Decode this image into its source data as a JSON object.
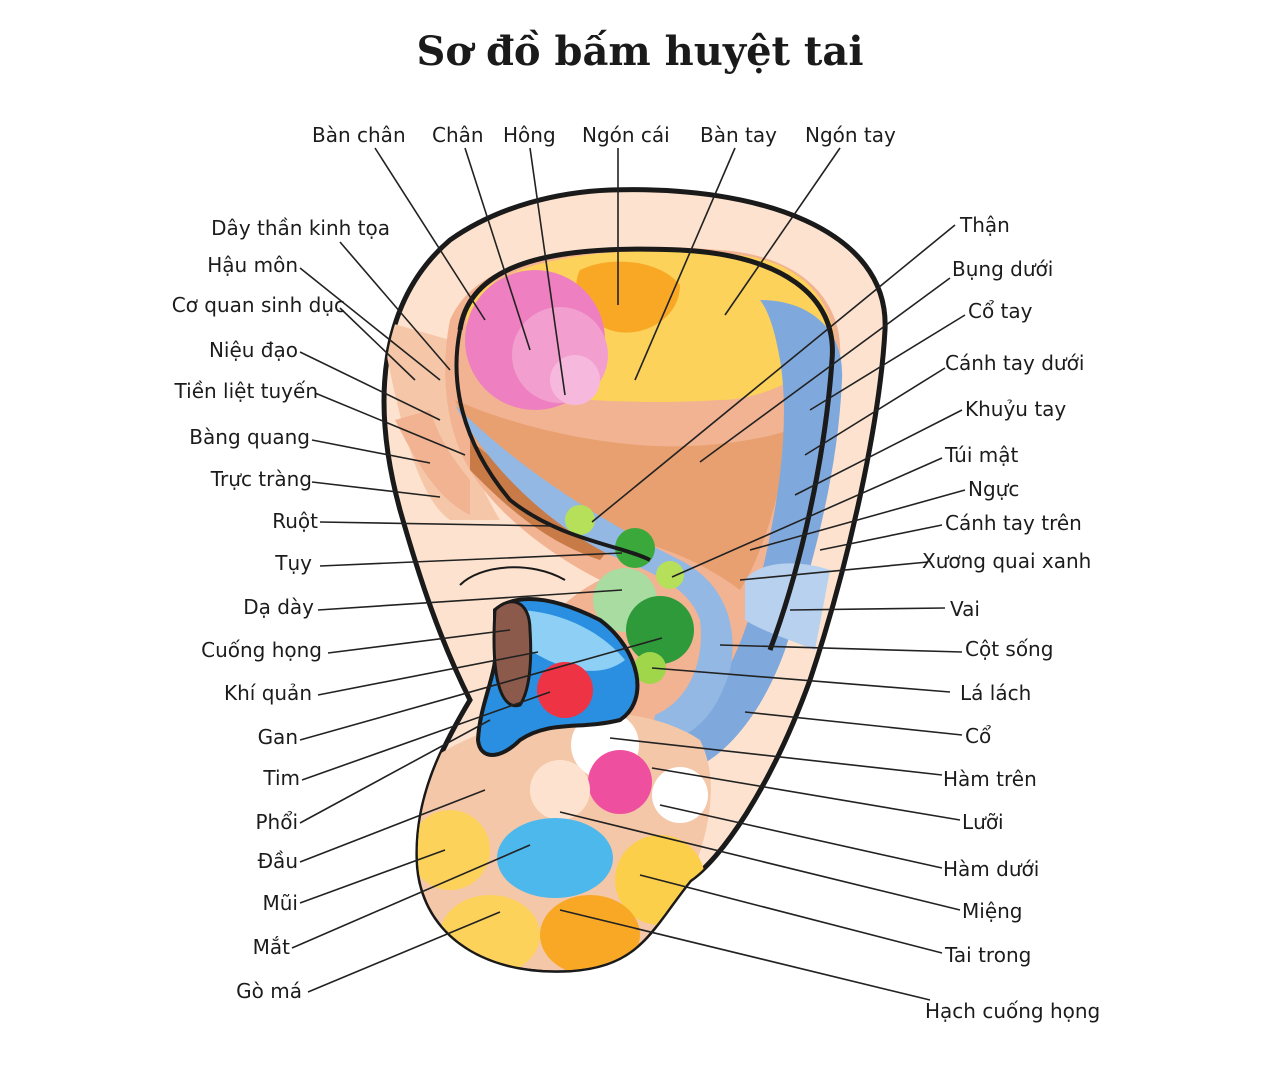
{
  "title": "Sơ đồ bấm huyệt tai",
  "labels": {
    "ban_chan": "Bàn chân",
    "chan": "Chân",
    "hong": "Hông",
    "ngon_cai": "Ngón cái",
    "ban_tay": "Bàn tay",
    "ngon_tay": "Ngón tay",
    "day_than_kinh_toa": "Dây thần kinh tọa",
    "hau_mon": "Hậu môn",
    "co_quan_sinh_duc": "Cơ quan sinh dục",
    "nieu_dao": "Niệu đạo",
    "tien_liet_tuyen": "Tiền liệt tuyến",
    "bang_quang": "Bàng quang",
    "truc_trang": "Trực tràng",
    "ruot": "Ruột",
    "tuy": "Tụy",
    "da_day": "Dạ dày",
    "cuong_hong": "Cuống họng",
    "khi_quan": "Khí quản",
    "gan": "Gan",
    "tim": "Tim",
    "phoi": "Phổi",
    "dau": "Đầu",
    "mui": "Mũi",
    "mat": "Mắt",
    "go_ma": "Gò má",
    "than": "Thận",
    "bung_duoi": "Bụng dưới",
    "co_tay": "Cổ tay",
    "canh_tay_duoi": "Cánh tay dưới",
    "khuyu_tay": "Khuỷu tay",
    "tui_mat": "Túi mật",
    "nguc": "Ngực",
    "canh_tay_tren": "Cánh tay trên",
    "xuong_quai_xanh": "Xương quai xanh",
    "vai": "Vai",
    "cot_song": "Cột sống",
    "la_lach": "Lá lách",
    "co": "Cổ",
    "ham_tren": "Hàm trên",
    "luoi": "Lưỡi",
    "ham_duoi": "Hàm dưới",
    "mieng": "Miệng",
    "tai_trong": "Tai trong",
    "hach_cuong_hong": "Hạch cuống họng"
  },
  "colors": {
    "skin": "#fde3cf",
    "outline": "#1a1a1a",
    "peach": "#f2b392",
    "brown": "#d98a55",
    "yellow": "#fccf4a",
    "orange": "#f9a825",
    "pink": "#ee7fc0",
    "blue": "#7fa9dc",
    "light_blue": "#b8d1ef",
    "green": "#3aa83a",
    "lime": "#9fd64a",
    "red": "#ee3344",
    "cyan": "#36b3ea",
    "dark_brown": "#8b5a4a",
    "white": "#ffffff"
  }
}
